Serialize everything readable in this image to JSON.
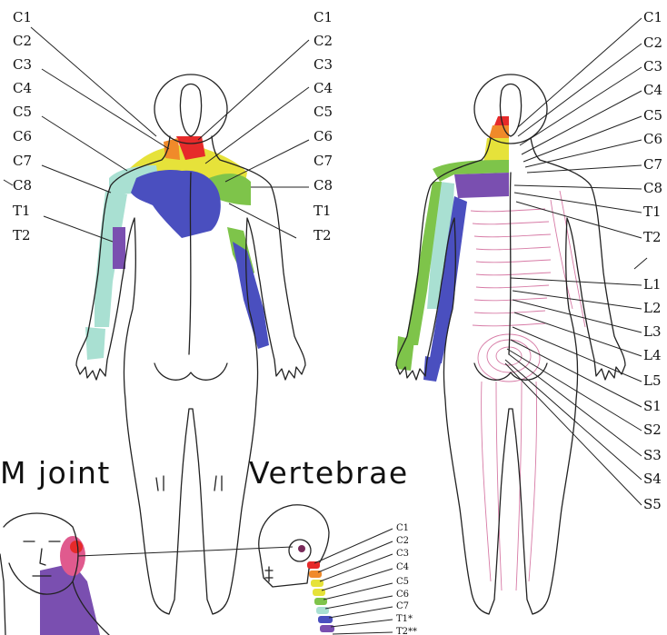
{
  "left_figure": {
    "labels_left": [
      "C1",
      "C2",
      "C3",
      "C4",
      "C5",
      "C6",
      "C7",
      "C8",
      "T1",
      "T2"
    ],
    "labels_right": [
      "C1",
      "C2",
      "C3",
      "C4",
      "C5",
      "C6",
      "C7",
      "C8",
      "T1",
      "T2"
    ]
  },
  "right_figure": {
    "labels": [
      "C1",
      "C2",
      "C3",
      "C4",
      "C5",
      "C6",
      "C7",
      "C8",
      "T1",
      "T2",
      "L1",
      "L2",
      "L3",
      "L4",
      "L5",
      "S1",
      "S2",
      "S3",
      "S4",
      "S5"
    ]
  },
  "insets": {
    "tmj_title": "M joint",
    "vertebrae_title": "Vertebrae",
    "vertebrae_labels": [
      "C1",
      "C2",
      "C3",
      "C4",
      "C5",
      "C6",
      "C7",
      "T1*",
      "T2**"
    ]
  },
  "colors": {
    "blue": "#4a4fbf",
    "green": "#7ec44a",
    "teal": "#a9e0d2",
    "yellow": "#e6e23a",
    "red": "#e62a2a",
    "orange": "#f08a2a",
    "purple": "#7a4fb0",
    "dermatome_line": "#d77ba6"
  }
}
